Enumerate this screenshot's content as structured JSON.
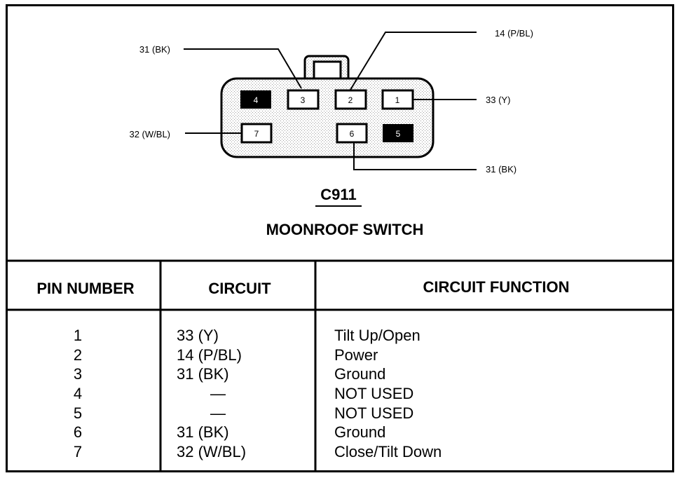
{
  "connector": {
    "id": "C911",
    "name": "MOONROOF SWITCH",
    "pins": [
      {
        "number": "1",
        "used": true
      },
      {
        "number": "2",
        "used": true
      },
      {
        "number": "3",
        "used": true
      },
      {
        "number": "4",
        "used": false
      },
      {
        "number": "5",
        "used": false
      },
      {
        "number": "6",
        "used": true
      },
      {
        "number": "7",
        "used": true
      }
    ],
    "wire_labels": [
      {
        "pin": "3",
        "text": "31 (BK)"
      },
      {
        "pin": "2",
        "text": "14 (P/BL)"
      },
      {
        "pin": "1",
        "text": "33 (Y)"
      },
      {
        "pin": "7",
        "text": "32 (W/BL)"
      },
      {
        "pin": "6",
        "text": "31 (BK)"
      }
    ]
  },
  "table": {
    "headers": {
      "pin": "PIN NUMBER",
      "circuit": "CIRCUIT",
      "function": "CIRCUIT FUNCTION"
    },
    "rows": [
      {
        "pin": "1",
        "circuit": "33 (Y)",
        "function": "Tilt Up/Open"
      },
      {
        "pin": "2",
        "circuit": "14 (P/BL)",
        "function": "Power"
      },
      {
        "pin": "3",
        "circuit": "31 (BK)",
        "function": "Ground"
      },
      {
        "pin": "4",
        "circuit": "—",
        "function": "NOT USED"
      },
      {
        "pin": "5",
        "circuit": "—",
        "function": "NOT USED"
      },
      {
        "pin": "6",
        "circuit": "31 (BK)",
        "function": "Ground"
      },
      {
        "pin": "7",
        "circuit": "32 (W/BL)",
        "function": "Close/Tilt Down"
      }
    ]
  }
}
